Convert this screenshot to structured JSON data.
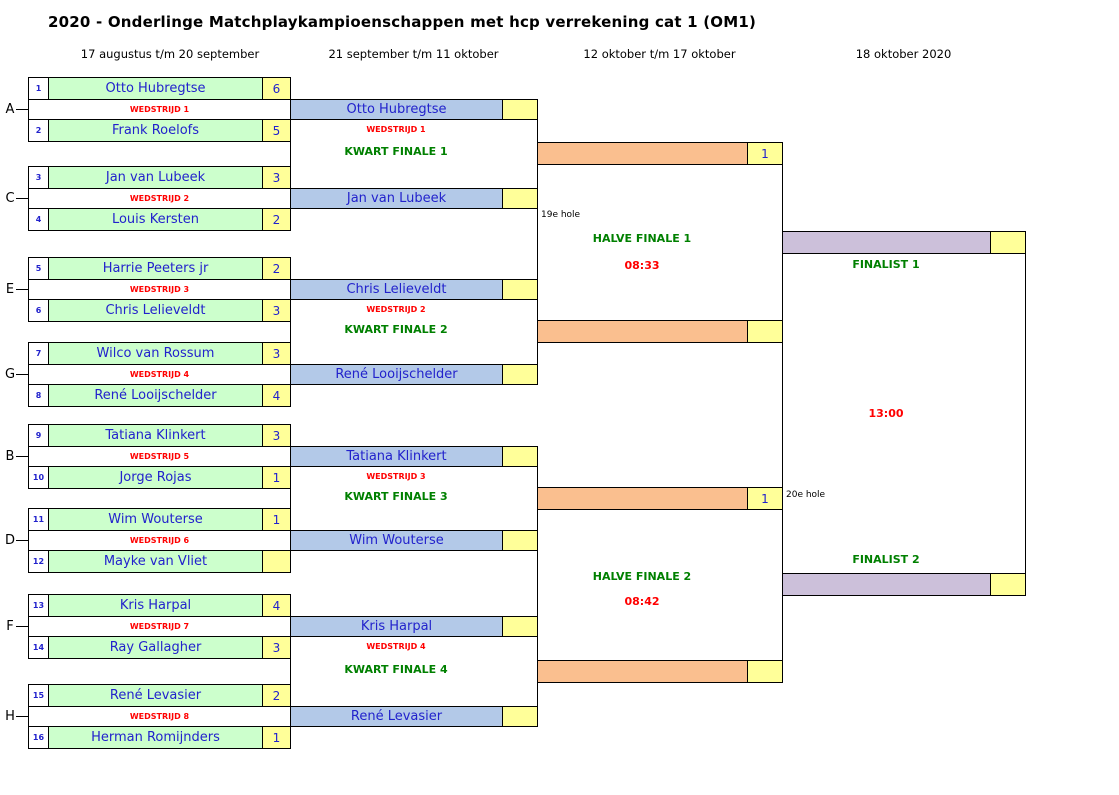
{
  "title": "2020 - Onderlinge Matchplaykampioenschappen met hcp verrekening cat 1 (OM1)",
  "round_headers": [
    "17 augustus t/m 20 september",
    "21 september t/m 11 oktober",
    "12 oktober t/m 17 oktober",
    "18 oktober 2020"
  ],
  "first_round": [
    {
      "letter": "A",
      "match": "WEDSTRIJD 1",
      "top": {
        "seed": "1",
        "name": "Otto Hubregtse",
        "score": "6"
      },
      "bottom": {
        "seed": "2",
        "name": "Frank Roelofs",
        "score": "5"
      }
    },
    {
      "letter": "C",
      "match": "WEDSTRIJD 2",
      "top": {
        "seed": "3",
        "name": "Jan van Lubeek",
        "score": "3"
      },
      "bottom": {
        "seed": "4",
        "name": "Louis Kersten",
        "score": "2"
      }
    },
    {
      "letter": "E",
      "match": "WEDSTRIJD 3",
      "top": {
        "seed": "5",
        "name": "Harrie Peeters jr",
        "score": "2"
      },
      "bottom": {
        "seed": "6",
        "name": "Chris Lelieveldt",
        "score": "3"
      }
    },
    {
      "letter": "G",
      "match": "WEDSTRIJD 4",
      "top": {
        "seed": "7",
        "name": "Wilco van Rossum",
        "score": "3"
      },
      "bottom": {
        "seed": "8",
        "name": "René Looijschelder",
        "score": "4"
      }
    },
    {
      "letter": "B",
      "match": "WEDSTRIJD 5",
      "top": {
        "seed": "9",
        "name": "Tatiana Klinkert",
        "score": "3"
      },
      "bottom": {
        "seed": "10",
        "name": "Jorge Rojas",
        "score": "1"
      }
    },
    {
      "letter": "D",
      "match": "WEDSTRIJD 6",
      "top": {
        "seed": "11",
        "name": "Wim Wouterse",
        "score": "1"
      },
      "bottom": {
        "seed": "12",
        "name": "Mayke van Vliet",
        "score": ""
      }
    },
    {
      "letter": "F",
      "match": "WEDSTRIJD 7",
      "top": {
        "seed": "13",
        "name": "Kris Harpal",
        "score": "4"
      },
      "bottom": {
        "seed": "14",
        "name": "Ray Gallagher",
        "score": "3"
      }
    },
    {
      "letter": "H",
      "match": "WEDSTRIJD 8",
      "top": {
        "seed": "15",
        "name": "René Levasier",
        "score": "2"
      },
      "bottom": {
        "seed": "16",
        "name": "Herman Romijnders",
        "score": "1"
      }
    }
  ],
  "quarterfinals": [
    {
      "match": "WEDSTRIJD 1",
      "label": "KWART FINALE 1",
      "top_name": "Otto Hubregtse",
      "top_score": "",
      "bottom_name": "Jan van Lubeek",
      "bottom_score": "",
      "result_score": "1",
      "note": "19e hole"
    },
    {
      "match": "WEDSTRIJD 2",
      "label": "KWART FINALE 2",
      "top_name": "Chris Lelieveldt",
      "top_score": "",
      "bottom_name": "René Looijschelder",
      "bottom_score": "",
      "result_score": "",
      "note": ""
    },
    {
      "match": "WEDSTRIJD 3",
      "label": "KWART FINALE 3",
      "top_name": "Tatiana Klinkert",
      "top_score": "",
      "bottom_name": "Wim Wouterse",
      "bottom_score": "",
      "result_score": "1",
      "note": "20e hole"
    },
    {
      "match": "WEDSTRIJD 4",
      "label": "KWART FINALE 4",
      "top_name": "Kris Harpal",
      "top_score": "",
      "bottom_name": "René Levasier",
      "bottom_score": "",
      "result_score": "",
      "note": ""
    }
  ],
  "semifinals": [
    {
      "label": "HALVE FINALE 1",
      "time": "08:33",
      "finalist_label": "FINALIST 1",
      "finalist_name": "",
      "finalist_score": ""
    },
    {
      "label": "HALVE FINALE 2",
      "time": "08:42",
      "finalist_label": "FINALIST 2",
      "finalist_name": "",
      "finalist_score": ""
    }
  ],
  "final_time": "13:00",
  "colors": {
    "player_cell": "#ccffcc",
    "score_cell": "#ffff99",
    "winner_cell": "#b3c9e8",
    "qf_result_cell": "#fabf8f",
    "finalist_cell": "#ccc0da",
    "name_text": "#2222cc",
    "match_label_text": "#ff0000",
    "stage_label_text": "#008000",
    "time_text": "#ff0000"
  }
}
